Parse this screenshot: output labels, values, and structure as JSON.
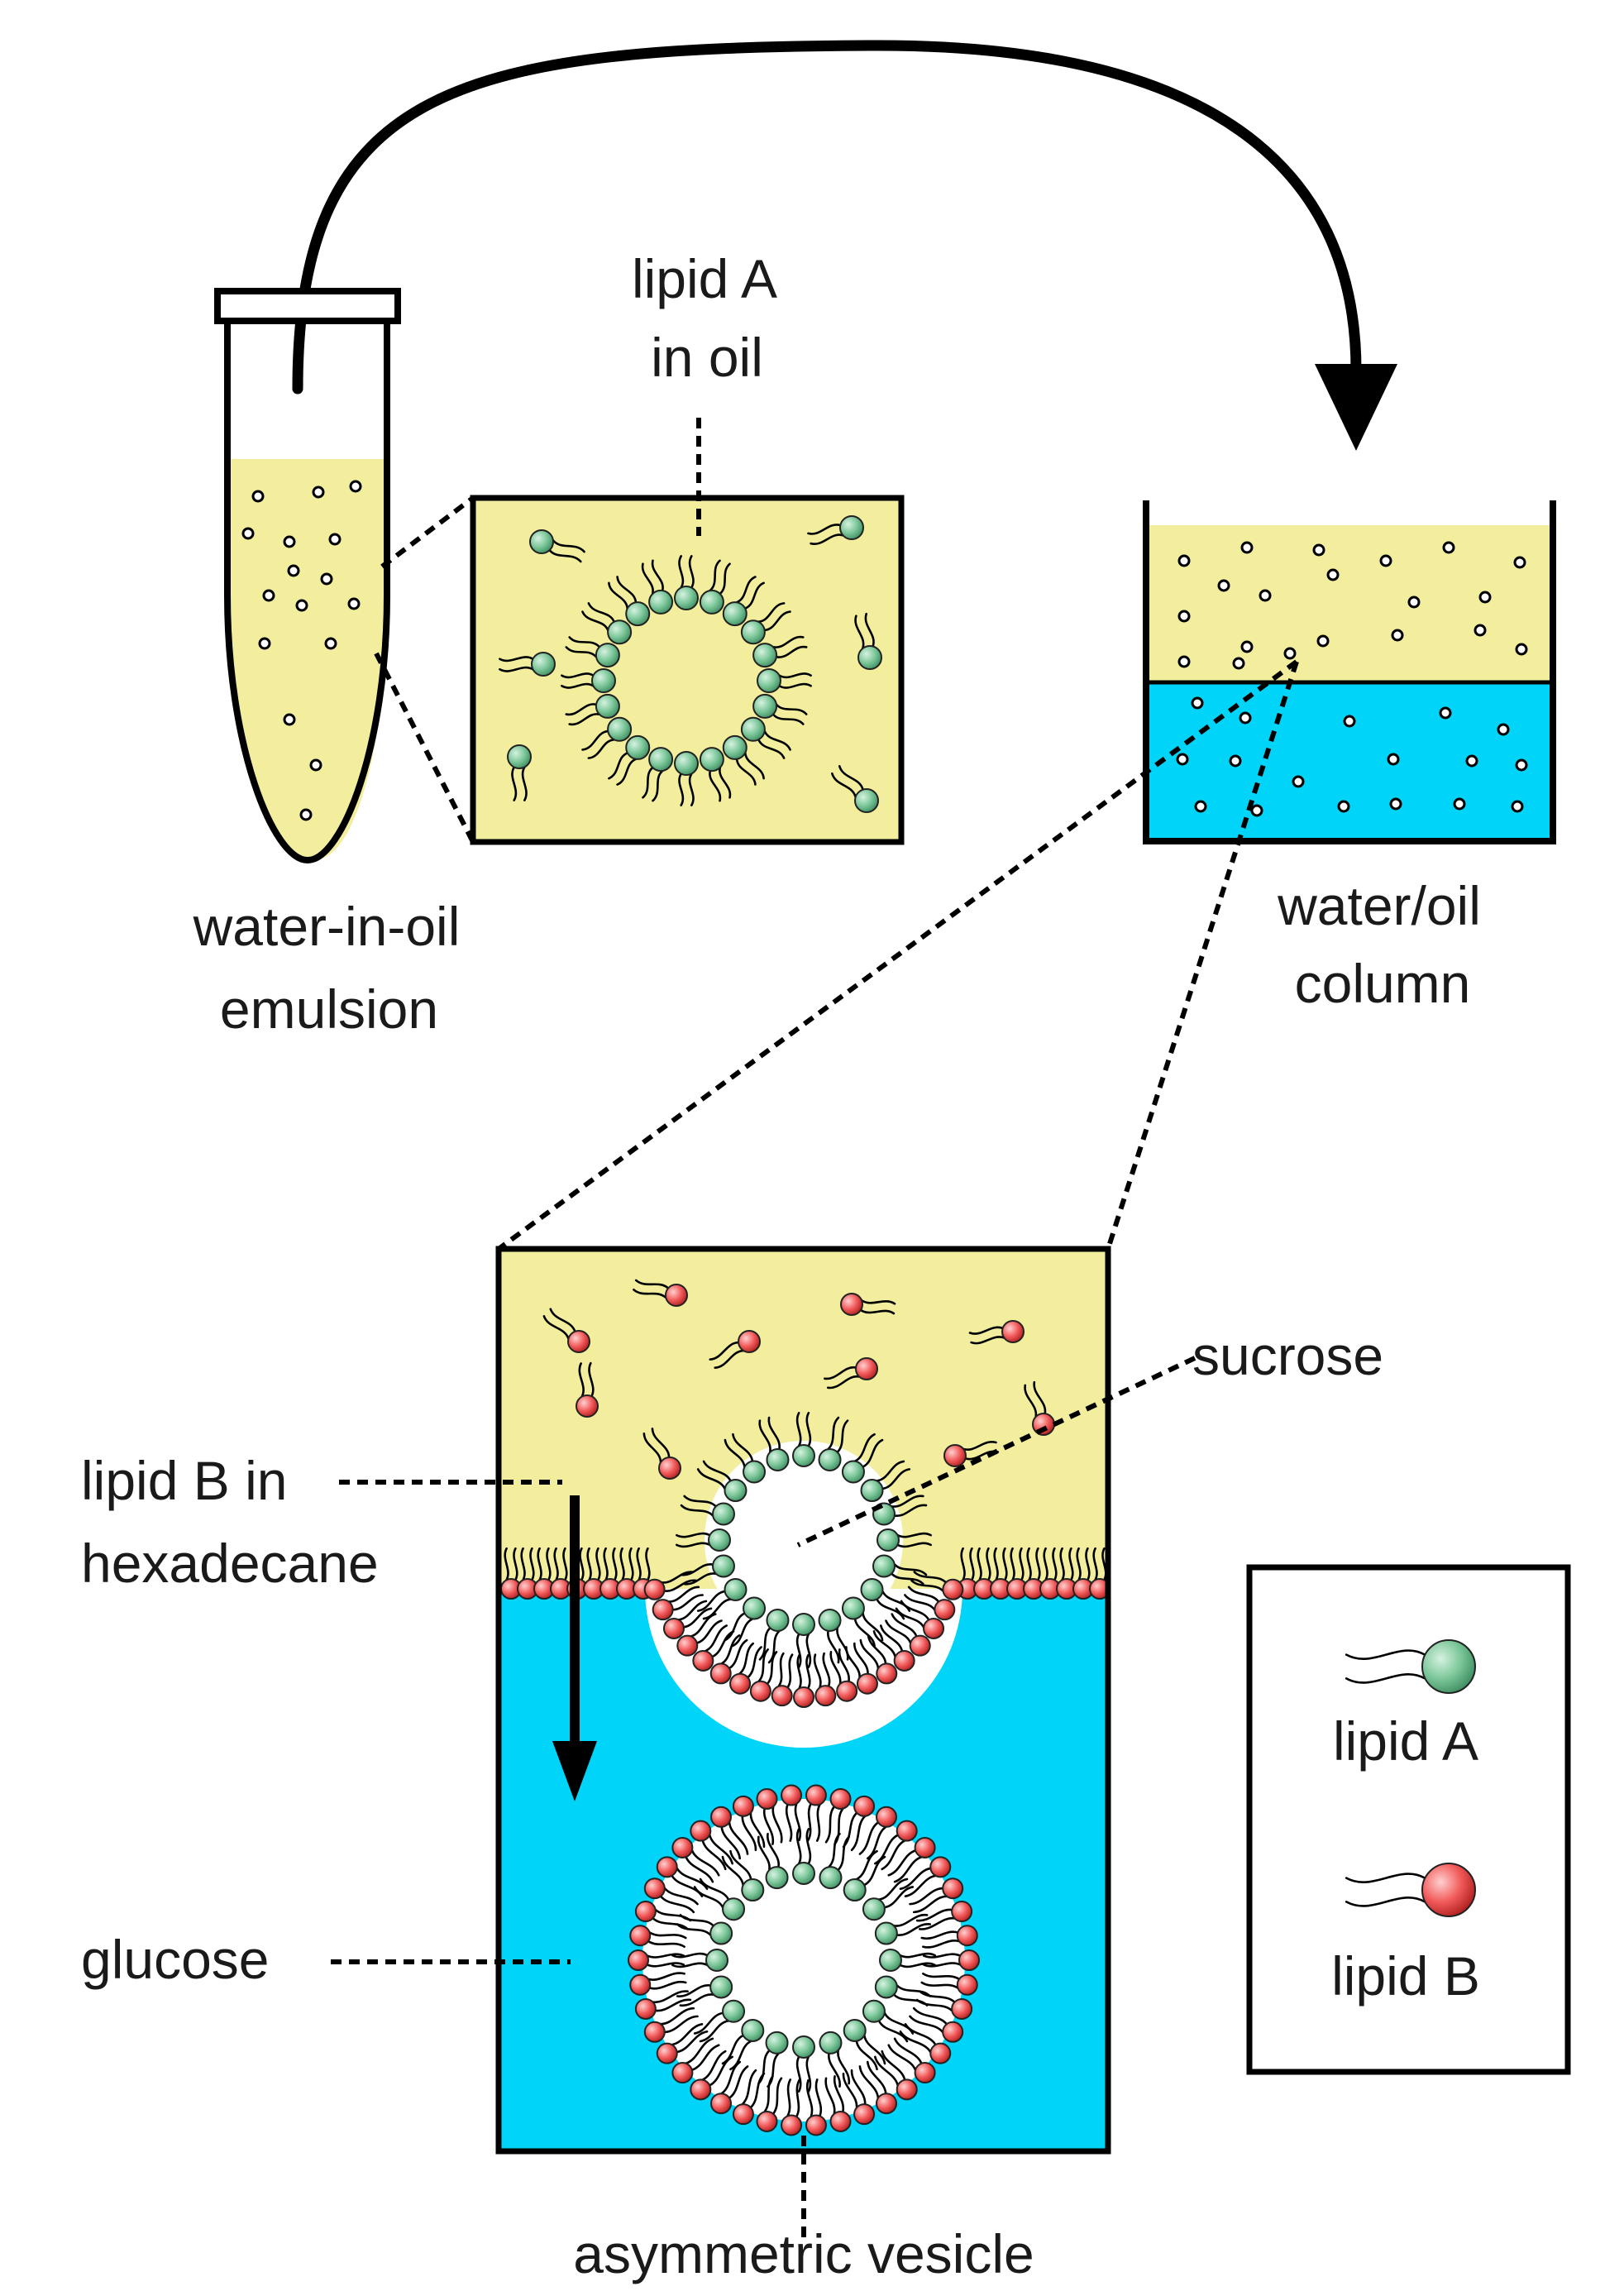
{
  "labels": {
    "emulsion_line1": "water-in-oil",
    "emulsion_line2": "emulsion",
    "lipidA_oil_line1": "lipid A",
    "lipidA_oil_line2": "in oil",
    "column_line1": "water/oil",
    "column_line2": "column",
    "sucrose": "sucrose",
    "lipidB_line1": "lipid B in",
    "lipidB_line2": "hexadecane",
    "glucose": "glucose",
    "vesicle": "asymmetric vesicle"
  },
  "legend": {
    "lipid_a": "lipid A",
    "lipid_b": "lipid B"
  },
  "colors": {
    "oil": "#f2ee9e",
    "water": "#00d4f8",
    "lipid_a": "#7cc79a",
    "lipid_b": "#f25a5a",
    "outline": "#000000"
  }
}
